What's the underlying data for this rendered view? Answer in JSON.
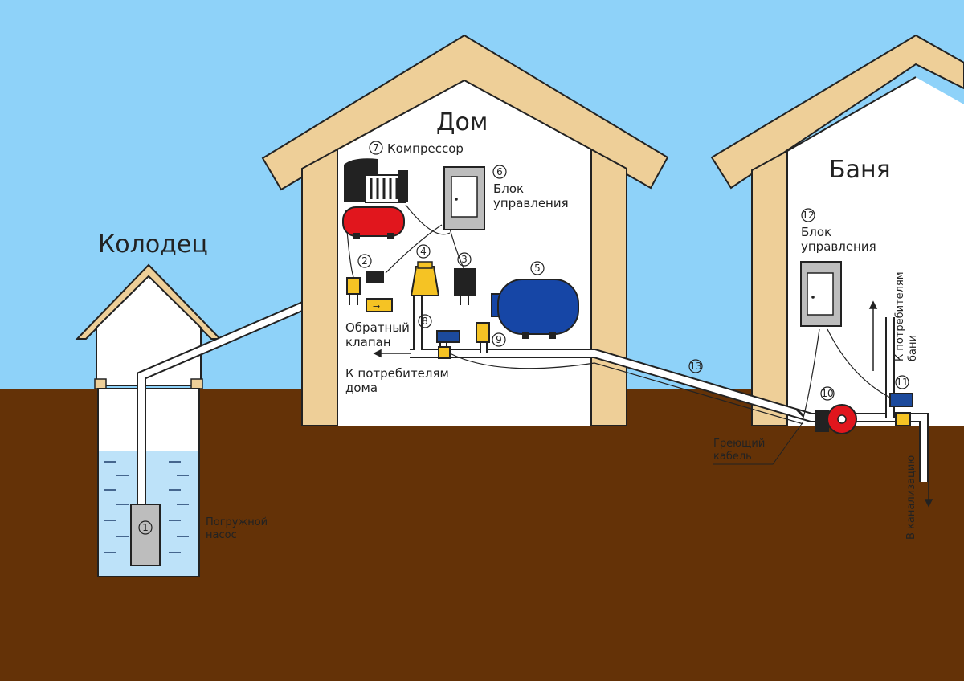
{
  "labels": {
    "well": "Колодец",
    "house": "Дом",
    "bath": "Баня",
    "compressor": "Компрессор",
    "control_unit_house_1": "Блок",
    "control_unit_house_2": "управления",
    "control_unit_bath_1": "Блок",
    "control_unit_bath_2": "управления",
    "check_valve_1": "Обратный",
    "check_valve_2": "клапан",
    "to_house_consumers_1": "К потребителям",
    "to_house_consumers_2": "дома",
    "to_bath_consumers_1": "К потребителям",
    "to_bath_consumers_2": "бани",
    "submersible_pump_1": "Погружной",
    "submersible_pump_2": "насос",
    "heating_cable_1": "Греющий",
    "heating_cable_2": "кабель",
    "to_sewer": "В канализацию"
  },
  "numbers": {
    "n1": "1",
    "n2": "2",
    "n3": "3",
    "n4": "4",
    "n5": "5",
    "n6": "6",
    "n7": "7",
    "n8": "8",
    "n9": "9",
    "n10": "10",
    "n11": "11",
    "n12": "12",
    "n13": "13"
  },
  "colors": {
    "sky": "#8ed2f9",
    "ground": "#643207",
    "wood": "#eecf98",
    "water": "#bde2f9",
    "tank_blue": "#1646a6",
    "compressor_red": "#e1161d",
    "fitting_yellow": "#f5c324",
    "valve_blue": "#1c4a9c"
  }
}
